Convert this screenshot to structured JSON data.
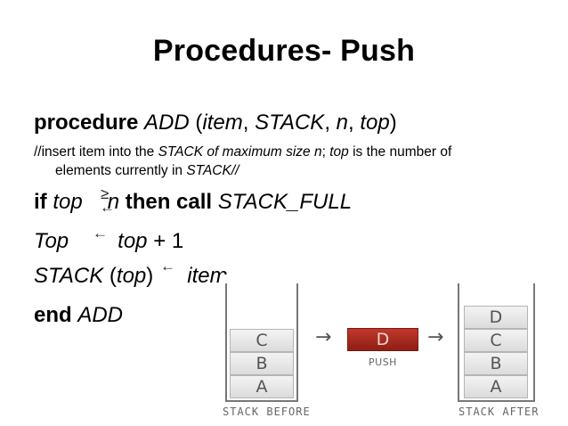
{
  "title": "Procedures- Push",
  "code": {
    "proc_kw": "procedure",
    "proc_name": "ADD",
    "paren_open": " (",
    "arg1": "item",
    "comma1": ", ",
    "arg2": "STACK",
    "comma2": ", ",
    "arg3": "n",
    "comma3": ", ",
    "arg4": "top",
    "paren_close": ")",
    "comment_a": "//insert item into the ",
    "comment_b": "STACK of maximum size n",
    "comment_c": "; ",
    "comment_d": "top",
    "comment_e": " is the number of",
    "comment2_a": "elements currently in ",
    "comment2_b": "STACK//",
    "if_kw": "if ",
    "if_var": "top",
    "if_n": "n",
    "then_kw": " then call ",
    "full": "STACK_FULL",
    "top_var": "Top",
    "top_rhs_var": "top",
    "top_rhs": " + 1",
    "stack_var": "STACK",
    "stack_idx_open": " (",
    "stack_idx": "top",
    "stack_idx_close": ")",
    "item_var": "item",
    "end_kw": "end",
    "end_name": "ADD",
    "sym_ge": "≥",
    "sym_arrow": "←"
  },
  "diagram": {
    "before_cells": [
      "C",
      "B",
      "A"
    ],
    "after_cells": [
      "D",
      "C",
      "B",
      "A"
    ],
    "push_item": "D",
    "push_label": "PUSH",
    "caption_before": "STACK BEFORE",
    "caption_after": "STACK AFTER",
    "arrow": "→",
    "accent_color": "#b03022"
  }
}
